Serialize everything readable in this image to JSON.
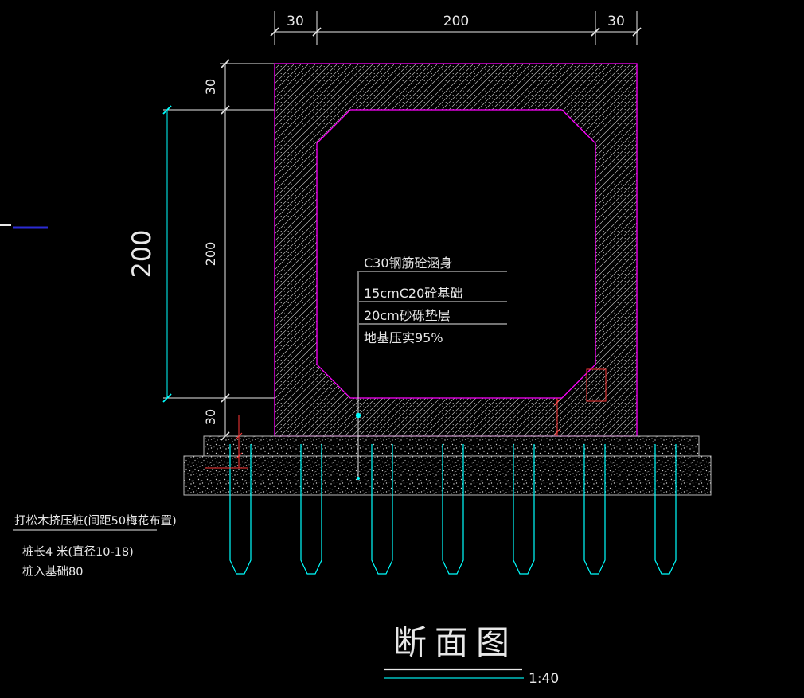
{
  "viewport": {
    "background": "#000000"
  },
  "colors": {
    "structure_outline": "#ff00ff",
    "dimension_line": "#e8e8e8",
    "accent_cyan": "#00ffff",
    "detail_red": "#ff3838",
    "foundation_outline": "#b9b9b9"
  },
  "dimensions": {
    "top_left": "30",
    "top_middle": "200",
    "top_right": "30",
    "left_top": "30",
    "left_middle": "200",
    "left_bottom": "30",
    "overall_height": "200"
  },
  "callouts": {
    "line1": "C30钢筋砼涵身",
    "line2": "15cmC20砼基础",
    "line3": "20cm砂砾垫层",
    "line4": "地基压实95%"
  },
  "pile_note": {
    "title": "打松木挤压桩(间距50梅花布置)",
    "line1": "桩长4 米(直径10-18)",
    "line2": "桩入基础80"
  },
  "title_block": {
    "title": "断面图",
    "scale": "1:40"
  }
}
